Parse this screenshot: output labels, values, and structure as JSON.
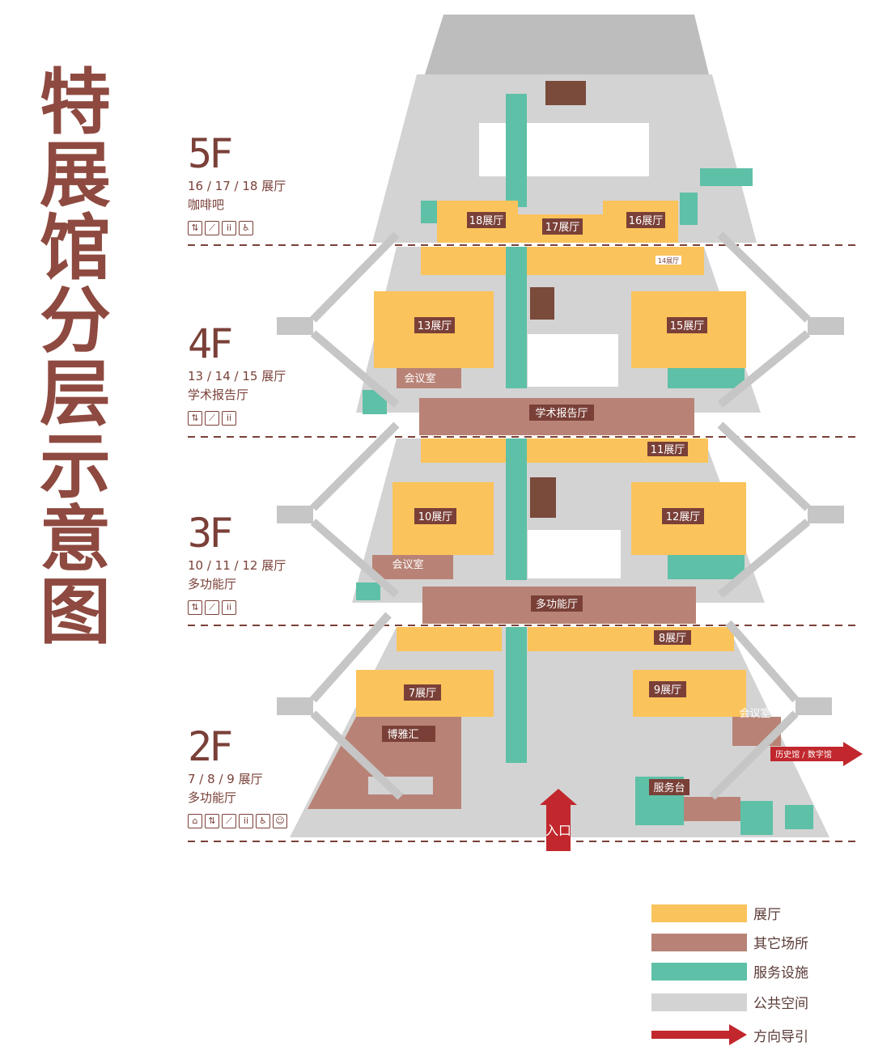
{
  "title": "特展馆分层示意图",
  "colors": {
    "hall": "#fbc35b",
    "other": "#b88376",
    "service": "#5dc0a7",
    "public": "#d3d3d3",
    "guide": "#c1272d",
    "label": "#7a4038"
  },
  "floors": [
    {
      "code": "5F",
      "halls": "16 / 17 / 18 展厅",
      "extra": "咖啡吧",
      "icons": [
        "elevator-icon",
        "escalator-icon",
        "restroom-icon",
        "accessible-icon"
      ]
    },
    {
      "code": "4F",
      "halls": "13 / 14 / 15 展厅",
      "extra": "学术报告厅",
      "icons": [
        "elevator-icon",
        "escalator-icon",
        "restroom-icon"
      ]
    },
    {
      "code": "3F",
      "halls": "10 / 11 / 12 展厅",
      "extra": "多功能厅",
      "icons": [
        "elevator-icon",
        "escalator-icon",
        "restroom-icon"
      ]
    },
    {
      "code": "2F",
      "halls": "7 / 8 / 9 展厅",
      "extra": "多功能厅",
      "icons": [
        "shop-icon",
        "elevator-icon",
        "escalator-icon",
        "restroom-icon",
        "accessible-icon",
        "baby-care-icon"
      ]
    }
  ],
  "rooms": {
    "h18": "18展厅",
    "h17": "17展厅",
    "h16": "16展厅",
    "h14": "14展厅",
    "h13": "13展厅",
    "h15": "15展厅",
    "meeting4": "会议室",
    "lecture": "学术报告厅",
    "h11": "11展厅",
    "h10": "10展厅",
    "h12": "12展厅",
    "meeting3": "会议室",
    "multi3": "多功能厅",
    "h8": "8展厅",
    "h7": "7展厅",
    "h9": "9展厅",
    "shop": "博雅汇",
    "meeting2": "会议室",
    "service_desk": "服务台",
    "history": "历史馆 / 数字馆",
    "entrance": "入口"
  },
  "legend": [
    {
      "label": "展厅",
      "color": "#fbc35b"
    },
    {
      "label": "其它场所",
      "color": "#b88376"
    },
    {
      "label": "服务设施",
      "color": "#5dc0a7"
    },
    {
      "label": "公共空间",
      "color": "#d3d3d3"
    },
    {
      "label": "方向导引",
      "color": "#c1272d"
    }
  ]
}
